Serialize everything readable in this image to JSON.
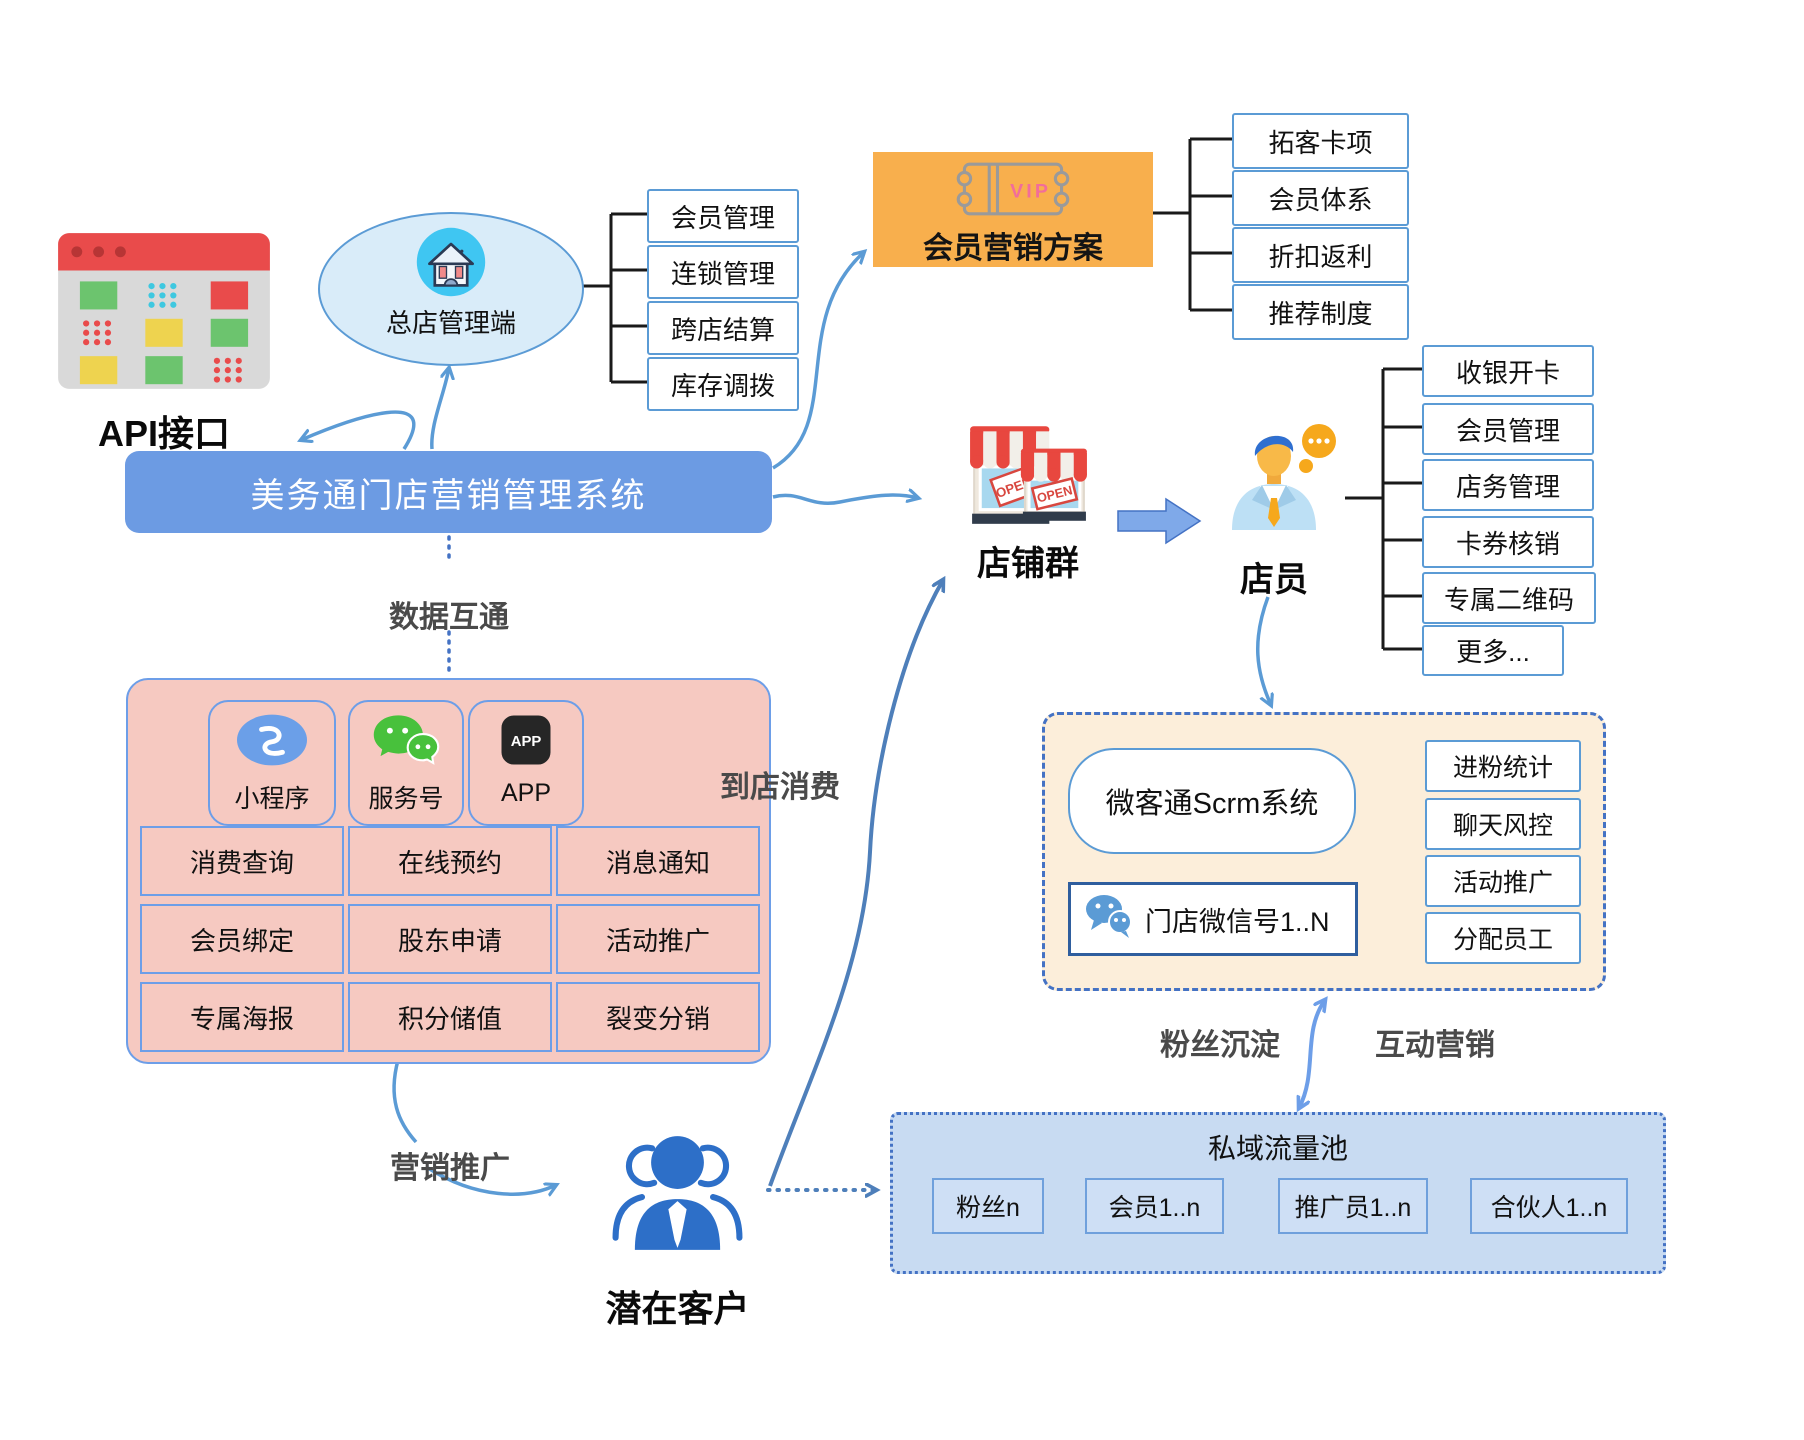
{
  "colors": {
    "primary_blue": "#6C9BE3",
    "box_border_blue": "#5B9BD5",
    "orange": "#F8AF4D",
    "pink": "#F6C9C1",
    "scrm_cream": "#FCEEDA",
    "pool_blue": "#C8DBF2",
    "arrow_light": "#5B9BD5",
    "arrow_steel": "#4E7FBA",
    "bracket_black": "#1A1A1A",
    "section_label_gray": "#4A4A4A"
  },
  "nodes": {
    "api": {
      "label": "API接口"
    },
    "hq": {
      "label": "总店管理端",
      "items": [
        "会员管理",
        "连锁管理",
        "跨店结算",
        "库存调拨"
      ]
    },
    "vip": {
      "label": "会员营销方案",
      "badge": "VIP",
      "items": [
        "拓客卡项",
        "会员体系",
        "折扣返利",
        "推荐制度"
      ]
    },
    "main": {
      "label": "美务通门店营销管理系统"
    },
    "channels": {
      "cards": [
        {
          "label": "小程序"
        },
        {
          "label": "服务号"
        },
        {
          "label": "APP",
          "icon_text": "APP"
        }
      ],
      "features": [
        "消费查询",
        "在线预约",
        "消息通知",
        "会员绑定",
        "股东申请",
        "活动推广",
        "专属海报",
        "积分储值",
        "裂变分销"
      ]
    },
    "store": {
      "label": "店铺群",
      "open_sign": "OPEN"
    },
    "staff": {
      "label": "店员",
      "items": [
        "收银开卡",
        "会员管理",
        "店务管理",
        "卡券核销",
        "专属二维码",
        "更多..."
      ]
    },
    "scrm": {
      "title": "微客通Scrm系统",
      "wechat_accounts": "门店微信号1..N",
      "items": [
        "进粉统计",
        "聊天风控",
        "活动推广",
        "分配员工"
      ]
    },
    "pool": {
      "title": "私域流量池",
      "stages": [
        "粉丝n",
        "会员1..n",
        "推广员1..n",
        "合伙人1..n"
      ]
    },
    "customer": {
      "label": "潜在客户"
    }
  },
  "edges": {
    "data_link": "数据互通",
    "marketing": "营销推广",
    "visit": "到店消费",
    "fans_settle": "粉丝沉淀",
    "interactive_marketing": "互动营销"
  }
}
